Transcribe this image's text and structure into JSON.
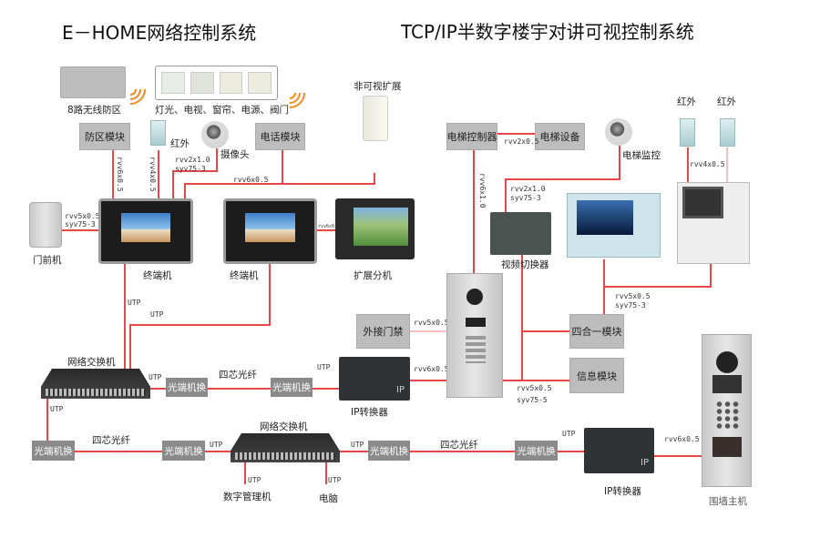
{
  "titles": {
    "left": "E－HOME网络控制系统",
    "right": "TCP/IP半数字楼宇对讲可视控制系统"
  },
  "devices": {
    "wireless_zone": "8路无线防区",
    "switches_panel": "灯光、电视、窗帘、电源、阀门",
    "zone_module": "防区模块",
    "infrared": "红外",
    "camera": "摄像头",
    "phone_module": "电话模块",
    "non_visual_ext": "非可视扩展",
    "door_unit": "门前机",
    "terminal1": "终端机",
    "terminal2": "终端机",
    "ext_unit": "扩展分机",
    "network_switch1": "网络交换机",
    "network_switch2": "网络交换机",
    "fiber_converters": [
      "光端机换",
      "光端机换",
      "光端机换",
      "光端机换",
      "光端机换",
      "光端机换"
    ],
    "fiber_labels": [
      "四芯光纤",
      "四芯光纤",
      "四芯光纤"
    ],
    "ip_converter1": "IP转换器",
    "ip_converter2": "IP转换器",
    "ip_badge": "IP",
    "digital_manager": "数字管理机",
    "computer": "电脑",
    "ext_access": "外接门禁",
    "elevator_ctrl": "电梯控制器",
    "elevator_equip": "电梯设备",
    "elevator_monitor": "电梯监控",
    "video_switcher": "视频切换器",
    "infrared_a": "红外",
    "infrared_b": "红外",
    "four_in_one": "四合一模块",
    "info_module": "信息模块",
    "wall_master": "围墙主机"
  },
  "wires": {
    "zone": "rvv6x0.5",
    "ir": "rvv4x0.5",
    "cam_a": "rvv2x1.0",
    "cam_b": "syv75-3",
    "phone": "rvv6x0.5",
    "door_a": "rvv5x0.5",
    "door_b": "syv75-3",
    "ext": "rvv6x0.5",
    "utp": "UTP",
    "elev": "rvv2x0.5",
    "elev_down": "rvv6x1.0",
    "vs_a": "rvv2x1.0",
    "vs_b": "syv75-3",
    "ir2": "rvv4x0.5",
    "mon_a": "rvv5x0.5",
    "mon_b": "syv75-3",
    "access": "rvv5x0.5",
    "ipc1": "rvv6x0.5",
    "info_a": "rvv5x0.5",
    "info_b": "syv75-5",
    "ipc2": "rvv6x0.5"
  }
}
